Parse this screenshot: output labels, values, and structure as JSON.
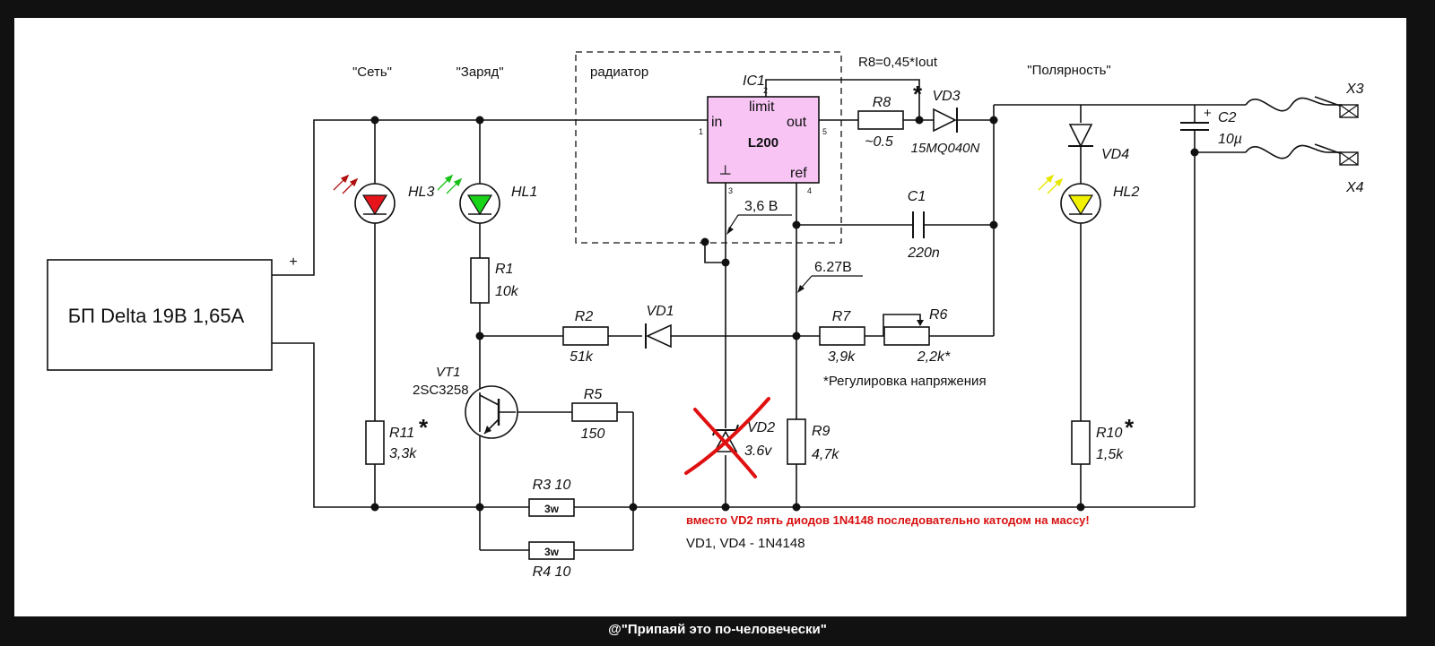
{
  "psu": {
    "label": "БП Delta 19В 1,65А",
    "plus": "+"
  },
  "indicators": {
    "mains": "\"Сеть\"",
    "charge": "\"Заряд\"",
    "polarity": "\"Полярность\""
  },
  "heatsink": {
    "label": "радиатор"
  },
  "ic": {
    "ref": "IC1",
    "part": "L200",
    "pins": {
      "in": "in",
      "limit": "limit",
      "out": "out",
      "ref": "ref",
      "gnd": "┴"
    },
    "pin_numbers": {
      "in": "1",
      "limit": "2",
      "gnd": "3",
      "ref": "4",
      "out": "5"
    }
  },
  "formula": "R8=0,45*Iout",
  "star": "*",
  "components": {
    "HL3": "HL3",
    "HL1": "HL1",
    "HL2": "HL2",
    "R1": {
      "ref": "R1",
      "value": "10k"
    },
    "R2": {
      "ref": "R2",
      "value": "51k"
    },
    "R3": {
      "ref": "R3 10",
      "power": "3w"
    },
    "R4": {
      "ref": "R4 10",
      "power": "3w"
    },
    "R5": {
      "ref": "R5",
      "value": "150"
    },
    "R6": {
      "ref": "R6",
      "value": "2,2k*"
    },
    "R7": {
      "ref": "R7",
      "value": "3,9k"
    },
    "R8": {
      "ref": "R8",
      "value": "~0.5"
    },
    "R9": {
      "ref": "R9",
      "value": "4,7k"
    },
    "R10": {
      "ref": "R10",
      "value": "1,5k"
    },
    "R11": {
      "ref": "R11",
      "value": "3,3k"
    },
    "C1": {
      "ref": "C1",
      "value": "220n"
    },
    "C2": {
      "ref": "C2",
      "value": "10µ",
      "plus": "+"
    },
    "VD1": "VD1",
    "VD2": {
      "ref": "VD2",
      "value": "3.6v"
    },
    "VD3": {
      "ref": "VD3",
      "part": "15MQ040N"
    },
    "VD4": "VD4",
    "VT1": {
      "ref": "VT1",
      "part": "2SC3258"
    },
    "X3": "X3",
    "X4": "X4"
  },
  "voltages": {
    "gnd_pin": "3,6 В",
    "ref_pin": "6.27В"
  },
  "notes": {
    "adjust": "*Регулировка напряжения",
    "replacement": "вместо VD2 пять диодов 1N4148 последовательно катодом на массу!",
    "diodes": "VD1, VD4 - 1N4148"
  },
  "credit": "@\"Припаяй это по-человечески\"",
  "colors": {
    "led_red": "#e8141b",
    "led_green": "#19d319",
    "led_yellow": "#f2f200",
    "ic_fill": "#f7c4f4",
    "cross": "#e01010",
    "note_red": "#d81010"
  }
}
